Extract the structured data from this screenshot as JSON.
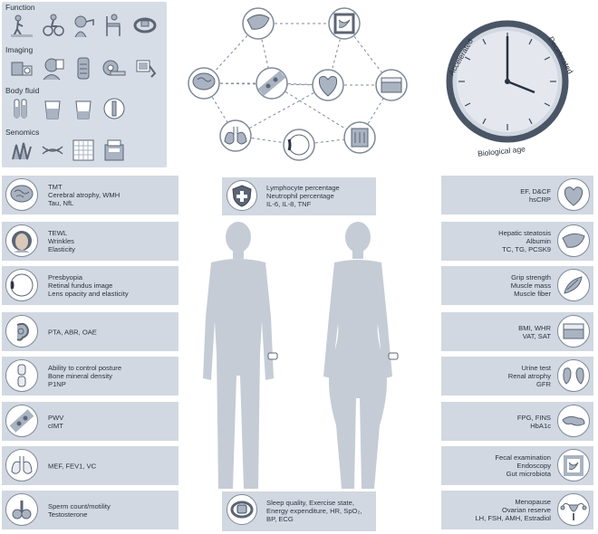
{
  "categories": {
    "function": "Function",
    "imaging": "Imaging",
    "body_fluid": "Body fluid",
    "senomics": "Senomics"
  },
  "clock": {
    "accelerated": "Accelerated",
    "decelerated": "Decelerated",
    "biological_age": "Biological age"
  },
  "left_cards": [
    {
      "icon": "brain-icon",
      "lines": [
        "TMT",
        "Cerebral atrophy, WMH",
        "Tau, NfL"
      ]
    },
    {
      "icon": "face-icon",
      "lines": [
        "TEWL",
        "Wrinkles",
        "Elasticity"
      ]
    },
    {
      "icon": "eye-icon",
      "lines": [
        "Presbyopia",
        "Retinal fundus image",
        "Lens opacity and elasticity"
      ]
    },
    {
      "icon": "ear-icon",
      "lines": [
        "PTA, ABR, OAE"
      ]
    },
    {
      "icon": "bone-joint-icon",
      "lines": [
        "Ability to control posture",
        "Bone mineral density",
        "P1NP"
      ]
    },
    {
      "icon": "blood-vessel-icon",
      "lines": [
        "PWV",
        "cIMT"
      ]
    },
    {
      "icon": "lungs-icon",
      "lines": [
        "MEF, FEV1, VC"
      ]
    },
    {
      "icon": "male-reproductive-icon",
      "lines": [
        "Sperm count/motility",
        "Testosterone"
      ]
    }
  ],
  "right_cards": [
    {
      "icon": "heart-icon",
      "lines": [
        "EF, D&CF",
        "hsCRP"
      ]
    },
    {
      "icon": "liver-icon",
      "lines": [
        "Hepatic steatosis",
        "Albumin",
        "TC, TG, PCSK9"
      ]
    },
    {
      "icon": "muscle-icon",
      "lines": [
        "Grip strength",
        "Muscle mass",
        "Muscle fiber"
      ]
    },
    {
      "icon": "fat-tissue-icon",
      "lines": [
        "BMI, WHR",
        "VAT, SAT"
      ]
    },
    {
      "icon": "kidney-icon",
      "lines": [
        "Urine test",
        "Renal atrophy",
        "GFR"
      ]
    },
    {
      "icon": "pancreas-icon",
      "lines": [
        "FPG, FINS",
        "HbA1c"
      ]
    },
    {
      "icon": "intestine-icon",
      "lines": [
        "Fecal examination",
        "Endoscopy",
        "Gut microbiota"
      ]
    },
    {
      "icon": "uterus-icon",
      "lines": [
        "Menopause",
        "Ovarian reserve",
        "LH, FSH, AMH, Estradiol"
      ]
    }
  ],
  "top_center_card": {
    "icon": "immune-shield-icon",
    "lines": [
      "Lymphocyte percentage",
      "Neutrophil percentage",
      "IL-6, IL-8, TNF"
    ]
  },
  "bottom_center_card": {
    "icon": "wearable-watch-icon",
    "lines": [
      "Sleep quality, Exercise state,",
      "Energy expenditure, HR, SpO₂,",
      "BP, ECG"
    ]
  },
  "colors": {
    "panel": "#d7dde6",
    "card": "#d2d8e1",
    "silhouette": "#c5ccd6",
    "icon_stroke": "#5b6575",
    "organ_fill": "#a9b3c1"
  }
}
